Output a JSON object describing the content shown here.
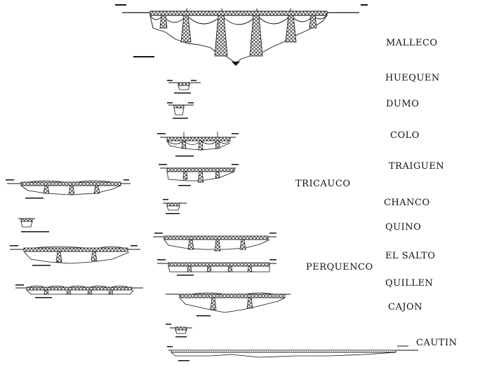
{
  "labels": {
    "malleco": "MALLECO",
    "huequen": "HUEQUEN",
    "dumo": "DUMO",
    "colo": "COLO",
    "traiguen": "TRAIGUEN",
    "tricauco": "TRICAUCO",
    "chanco": "CHANCO",
    "quino": "QUINO",
    "el_salto": "EL  SALTO",
    "perquenco": "PERQUENCO",
    "quillen": "QUILLEN",
    "cajon": "CAJON",
    "cautin": "CAUTIN"
  },
  "colors": {
    "ink": "#111111",
    "background": "#ffffff"
  }
}
